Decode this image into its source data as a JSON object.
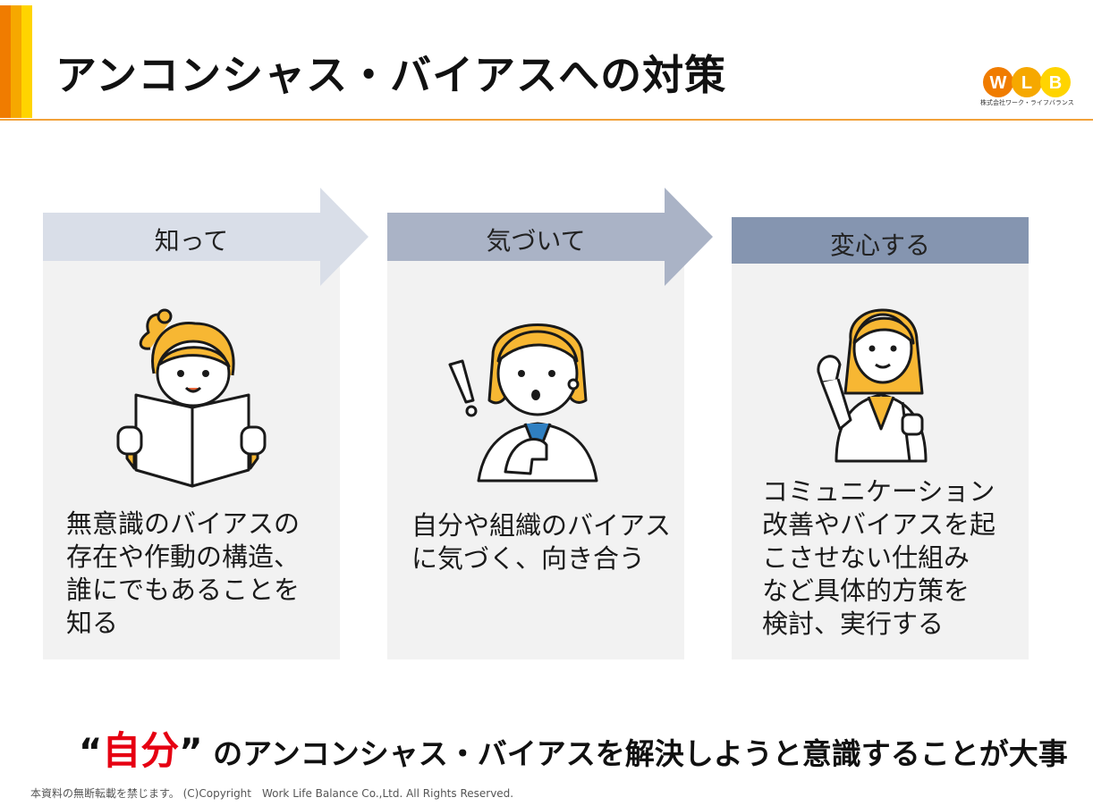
{
  "slide": {
    "title": "アンコンシャス・バイアスへの対策",
    "logo": {
      "letters": [
        "W",
        "L",
        "B"
      ],
      "company_text": "株式会社ワーク・ライフバランス"
    },
    "steps": [
      {
        "label": "知って",
        "description": [
          "無意識のバイアスの",
          "存在や作動の構造、",
          "誰にでもあることを",
          "知る"
        ]
      },
      {
        "label": "気づいて",
        "description": [
          "自分や組織のバイアス",
          "に気づく、向き合う"
        ]
      },
      {
        "label": "変心する",
        "description": [
          "コミュニケーション",
          "改善やバイアスを起",
          "こさせない仕組み",
          "など具体的方策を",
          "検討、実行する"
        ]
      }
    ],
    "tagline": {
      "open_quote": "“",
      "emphasis": "自分",
      "close_quote": "”",
      "rest": " のアンコンシャス・バイアスを解決しようと意識することが大事"
    },
    "footer": "本資料の無断転載を禁じます。 (C)Copyright　Work Life Balance Co.,Ltd. All Rights Reserved.",
    "colors": {
      "accent_orange": "#f07c00",
      "accent_amber": "#f6a800",
      "accent_yellow": "#ffd400",
      "step1_arrow": "#d9dee8",
      "step2_arrow": "#aab3c6",
      "step3_box": "#8595b0",
      "emphasis_red": "#e60012"
    }
  }
}
